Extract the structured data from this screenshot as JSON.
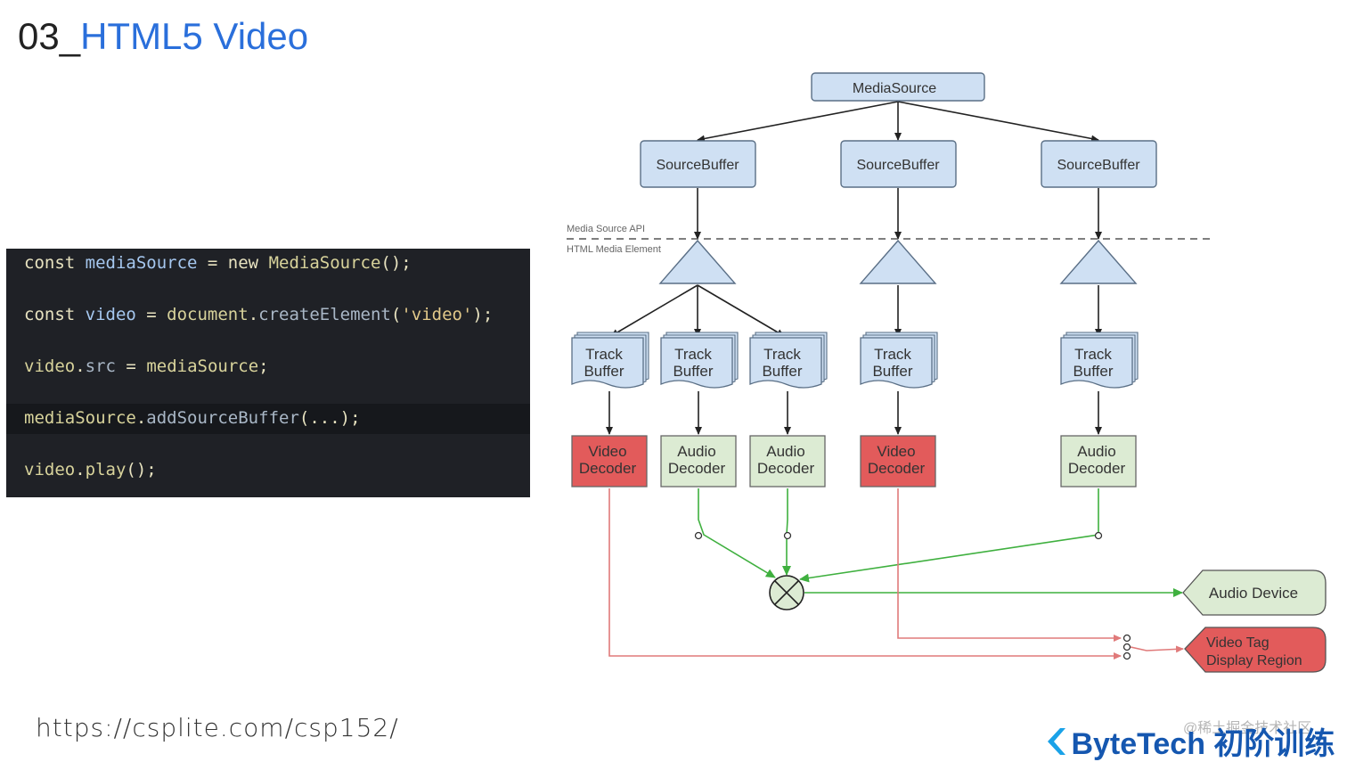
{
  "slide": {
    "title_number": "03_",
    "title_text": "HTML5 Video",
    "url": "https://csplite.com/csp152/",
    "watermark": "@稀土掘金技术社区",
    "brand": "ByteTech 初阶训练"
  },
  "code": [
    [
      {
        "c": "kw",
        "t": "const "
      },
      {
        "c": "id",
        "t": "mediaSource"
      },
      {
        "c": "kw",
        "t": " = new "
      },
      {
        "c": "fn",
        "t": "MediaSource"
      },
      {
        "c": "kw",
        "t": "();"
      }
    ],
    [
      {
        "c": "kw",
        "t": "const "
      },
      {
        "c": "id",
        "t": "video"
      },
      {
        "c": "kw",
        "t": " = "
      },
      {
        "c": "fn",
        "t": "document"
      },
      {
        "c": "kw",
        "t": "."
      },
      {
        "c": "pr",
        "t": "createElement"
      },
      {
        "c": "kw",
        "t": "("
      },
      {
        "c": "st",
        "t": "'video'"
      },
      {
        "c": "kw",
        "t": ");"
      }
    ],
    [
      {
        "c": "fn",
        "t": "video"
      },
      {
        "c": "kw",
        "t": "."
      },
      {
        "c": "pr",
        "t": "src"
      },
      {
        "c": "kw",
        "t": " = "
      },
      {
        "c": "fn",
        "t": "mediaSource"
      },
      {
        "c": "kw",
        "t": ";"
      }
    ],
    [
      {
        "c": "fn",
        "t": "mediaSource"
      },
      {
        "c": "kw",
        "t": "."
      },
      {
        "c": "pr",
        "t": "addSourceBuffer"
      },
      {
        "c": "kw",
        "t": "(...);"
      }
    ],
    [
      {
        "c": "fn",
        "t": "video"
      },
      {
        "c": "kw",
        "t": "."
      },
      {
        "c": "fn",
        "t": "play"
      },
      {
        "c": "kw",
        "t": "();"
      }
    ]
  ],
  "diagram": {
    "media_source": "MediaSource",
    "source_buffers": [
      "SourceBuffer",
      "SourceBuffer",
      "SourceBuffer"
    ],
    "api_label": "Media Source API",
    "element_label": "HTML Media Element",
    "track_buffers": [
      [
        "Track",
        "Buffer"
      ],
      [
        "Track",
        "Buffer"
      ],
      [
        "Track",
        "Buffer"
      ],
      [
        "Track",
        "Buffer"
      ],
      [
        "Track",
        "Buffer"
      ]
    ],
    "decoders": [
      {
        "lines": [
          "Video",
          "Decoder"
        ],
        "kind": "video"
      },
      {
        "lines": [
          "Audio",
          "Decoder"
        ],
        "kind": "audio"
      },
      {
        "lines": [
          "Audio",
          "Decoder"
        ],
        "kind": "audio"
      },
      {
        "lines": [
          "Video",
          "Decoder"
        ],
        "kind": "video"
      },
      {
        "lines": [
          "Audio",
          "Decoder"
        ],
        "kind": "audio"
      }
    ],
    "audio_device": "Audio Device",
    "video_region": [
      "Video Tag",
      "Display Region"
    ],
    "colors": {
      "box_fill": "#cfe0f3",
      "box_stroke": "#5a6f86",
      "video_fill": "#e25b5b",
      "audio_fill": "#dcebd3",
      "green": "#3fb03f",
      "red": "#e07a7a"
    }
  }
}
